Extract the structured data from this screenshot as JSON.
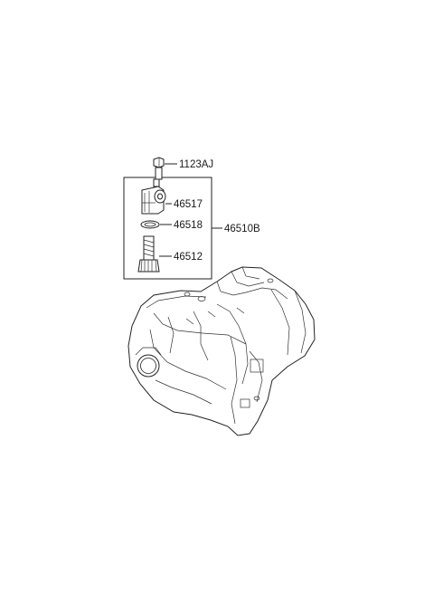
{
  "parts": {
    "bolt": {
      "number": "1123AJ"
    },
    "sensor_head": {
      "number": "46517"
    },
    "o_ring": {
      "number": "46518"
    },
    "driven_gear": {
      "number": "46512"
    },
    "assembly": {
      "number": "46510B"
    }
  }
}
